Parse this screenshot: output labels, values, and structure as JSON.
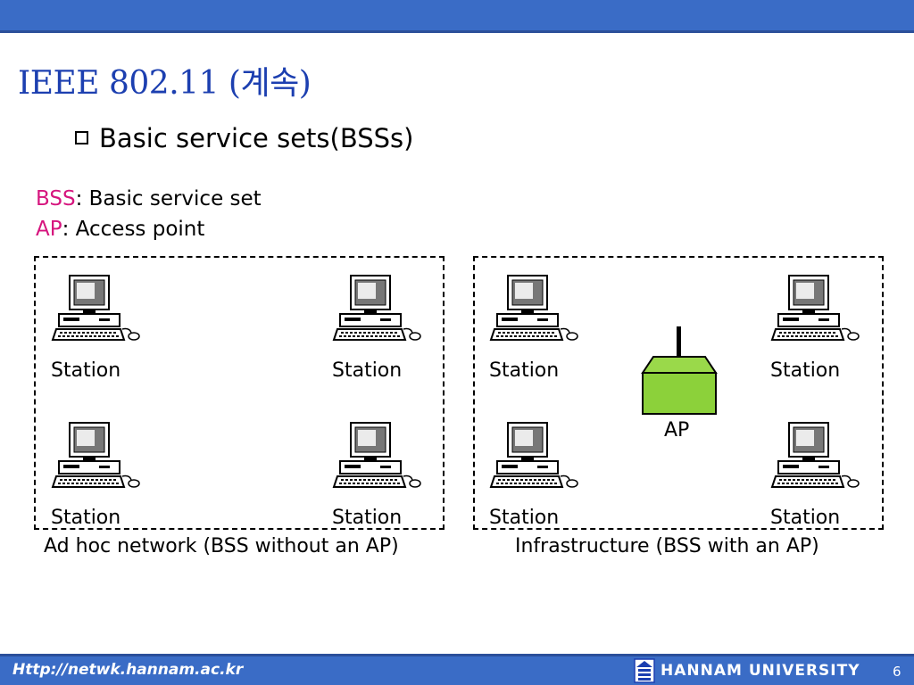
{
  "title": "IEEE 802.11 (계속)",
  "bullet": "Basic service sets(BSSs)",
  "legend": [
    {
      "term": "BSS",
      "definition": ": Basic service set"
    },
    {
      "term": "AP",
      "definition": ": Access point"
    }
  ],
  "stations": [
    "Station",
    "Station",
    "Station",
    "Station",
    "Station",
    "Station",
    "Station",
    "Station"
  ],
  "ap_label": "AP",
  "captions": {
    "adhoc": "Ad hoc network  (BSS without an AP)",
    "infrastructure": "Infrastructure (BSS with an AP)"
  },
  "footer": {
    "url": "Http://netwk.hannam.ac.kr",
    "university": "HANNAM  UNIVERSITY",
    "page": "6"
  },
  "colors": {
    "accent_bar": "#3a6cc6",
    "title": "#1c3fb0",
    "legend_term": "#d6157e",
    "ap_green": "#8cd13a"
  }
}
